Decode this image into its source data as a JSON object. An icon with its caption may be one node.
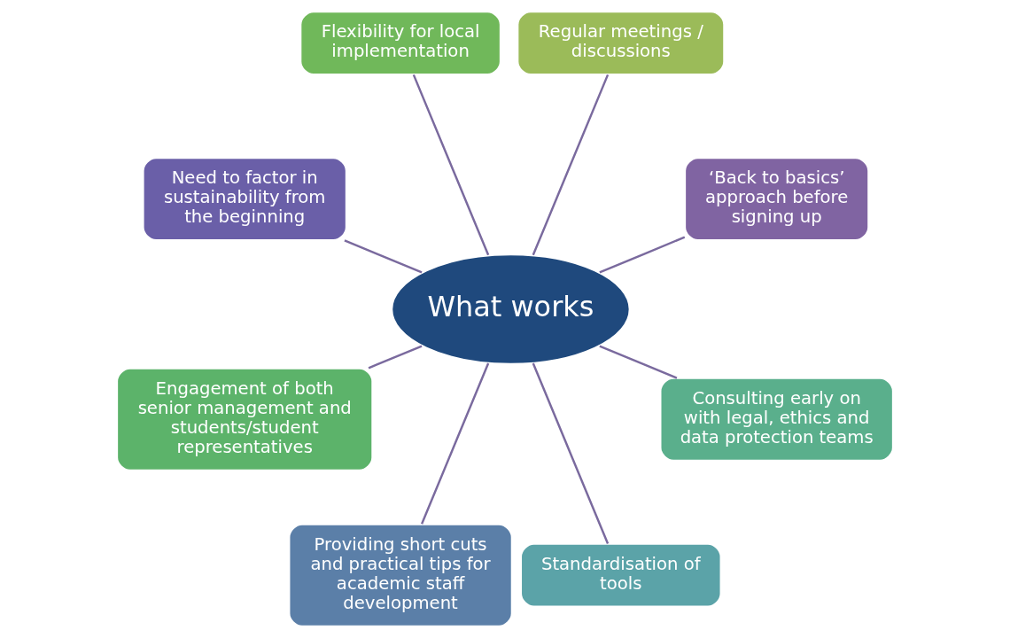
{
  "diagram": {
    "nodes": [
      {
        "text": [
          "What works"
        ]
      },
      {
        "text": [
          "‘Back to basics’ approach before signing up"
        ]
      },
      {
        "text": [
          "Regular meetings / discussions"
        ]
      },
      {
        "text": [
          "Flexibility for local implementation"
        ]
      },
      {
        "text": [
          "Need to factor in sustainability from the beginning"
        ]
      },
      {
        "text": [
          "Engagement of both senior management and students/student representatives"
        ]
      },
      {
        "text": [
          "Providing short cuts and practical tips for academic staff development"
        ]
      },
      {
        "text": [
          "Standardisation of tools"
        ]
      },
      {
        "text": [
          "Consulting early on with legal, ethics and data protection teams"
        ]
      }
    ],
    "edges": [
      {
        "from": 0,
        "to": 2,
        "arrow": "none"
      },
      {
        "from": 0,
        "to": 3,
        "arrow": "none"
      },
      {
        "from": 0,
        "to": 5,
        "arrow": "none"
      },
      {
        "from": 0,
        "to": 8,
        "arrow": "none"
      },
      {
        "from": 0,
        "to": 7,
        "arrow": "none"
      },
      {
        "from": 0,
        "to": 6,
        "arrow": "none"
      },
      {
        "from": 0,
        "to": 4,
        "arrow": "none"
      },
      {
        "from": 0,
        "to": 1,
        "arrow": "none"
      }
    ]
  }
}
